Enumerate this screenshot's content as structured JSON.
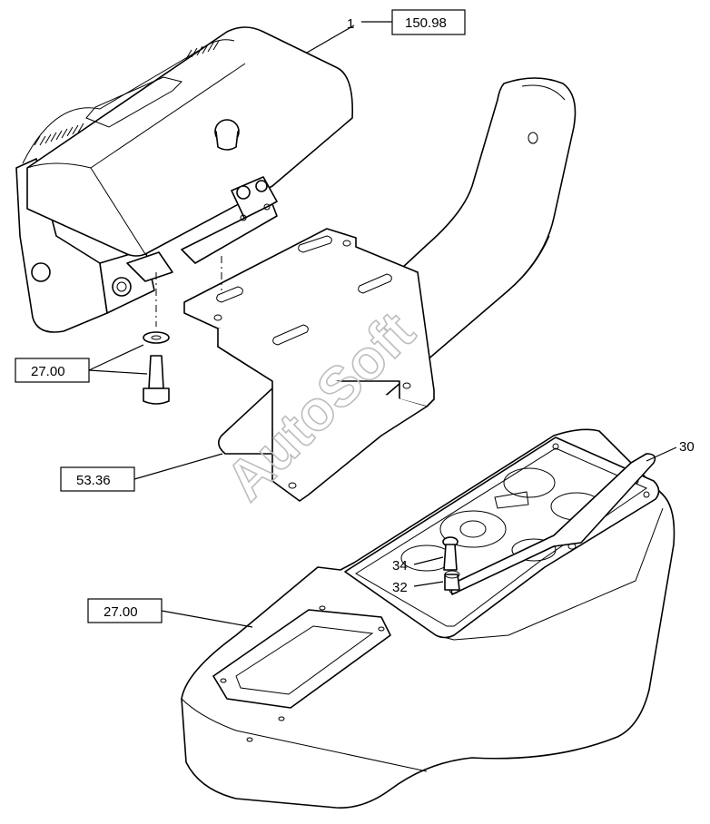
{
  "diagram": {
    "watermark": "AutoSoft",
    "callouts": [
      {
        "id": "c1",
        "text": "150.98",
        "boxed": true
      },
      {
        "id": "c1num",
        "text": "1",
        "boxed": false
      },
      {
        "id": "c2",
        "text": "27.00",
        "boxed": true
      },
      {
        "id": "c3",
        "text": "53.36",
        "boxed": true
      },
      {
        "id": "c4",
        "text": "30",
        "boxed": false
      },
      {
        "id": "c5",
        "text": "34",
        "boxed": false
      },
      {
        "id": "c6",
        "text": "32",
        "boxed": false
      },
      {
        "id": "c7",
        "text": "27.00",
        "boxed": true
      }
    ]
  }
}
